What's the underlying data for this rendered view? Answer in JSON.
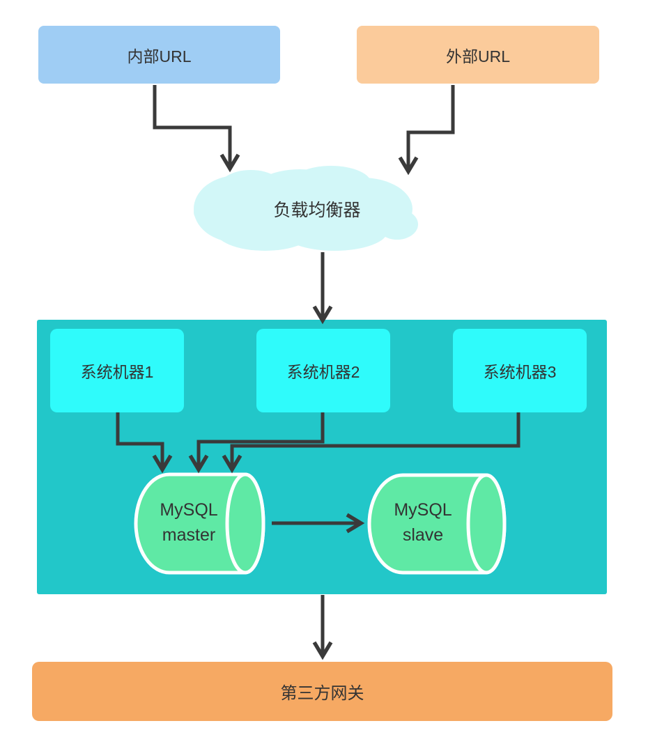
{
  "diagram": {
    "title": "system-architecture-diagram",
    "nodes": {
      "internal_url": {
        "label": "内部URL"
      },
      "external_url": {
        "label": "外部URL"
      },
      "load_balancer": {
        "label": "负载均衡器"
      },
      "machines": [
        {
          "label": "系统机器1"
        },
        {
          "label": "系统机器2"
        },
        {
          "label": "系统机器3"
        }
      ],
      "mysql_master": {
        "line1": "MySQL",
        "line2": "master"
      },
      "mysql_slave": {
        "line1": "MySQL",
        "line2": "slave"
      },
      "gateway": {
        "label": "第三方网关"
      }
    },
    "colors": {
      "internal-url-fill": "#9fcdf4",
      "external-url-fill": "#fbcb9b",
      "cloud-fill": "#d2f7f8",
      "cluster-fill": "#22c7c9",
      "machine-fill": "#2ffbfb",
      "cylinder-fill": "#5fe9a5",
      "cylinder-stroke": "#ffffff",
      "gateway-fill": "#f6a963",
      "arrow": "#3a3a3a",
      "text": "#333333"
    }
  }
}
